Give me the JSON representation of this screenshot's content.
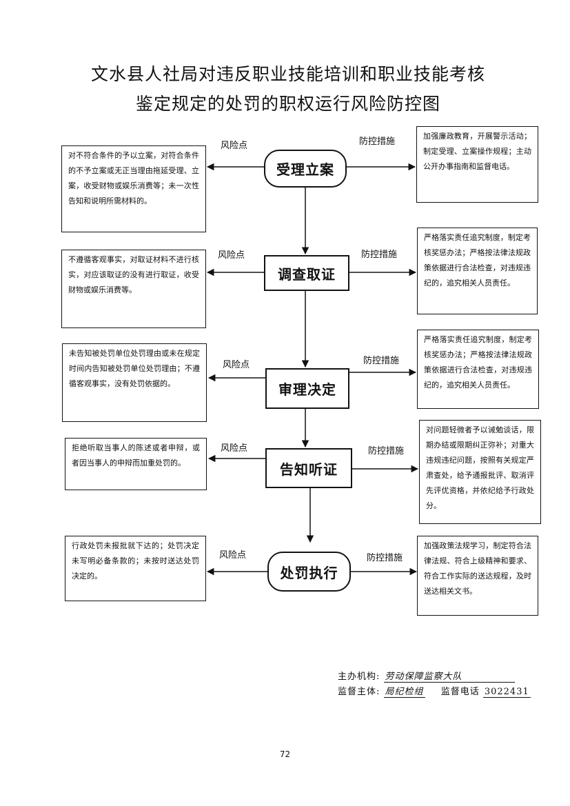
{
  "title": {
    "line1": "文水县人社局对违反职业技能培训和职业技能考核",
    "line2": "鉴定规定的处罚的职权运行风险防控图"
  },
  "labels": {
    "risk": "风险点",
    "control": "防控措施"
  },
  "steps": [
    {
      "name": "受理立案",
      "risk": "对不符合条件的予以立案，对符合条件的不予立案或无正当理由拖延受理、立案，收受财物或娱乐消费等；未一次性告知和说明所需材料的。",
      "control": "加强廉政教育，开展警示活动；制定受理、立案操作规程；主动公开办事指南和监督电话。"
    },
    {
      "name": "调查取证",
      "risk": "不遵循客观事实，对取证材料不进行核实，对应该取证的没有进行取证，收受财物或娱乐消费等。",
      "control": "严格落实责任追究制度，制定考核奖惩办法；严格按法律法规政策依据进行合法检查，对违规违纪的，追究相关人员责任。"
    },
    {
      "name": "审理决定",
      "risk": "未告知被处罚单位处罚理由或未在规定时间内告知被处罚单位处罚理由；不遵循客观事实，没有处罚依据的。",
      "control": "严格落实责任追究制度，制定考核奖惩办法；严格按法律法规政策依据进行合法检查，对违规违纪的，追究相关人员责任。"
    },
    {
      "name": "告知听证",
      "risk": "拒绝听取当事人的陈述或者申辩，或者因当事人的申辩而加重处罚的。",
      "control": "对问题轻微者予以诫勉谈话，限期办结或限期纠正弥补；对重大违规违纪问题，按照有关规定严肃查处，给予通报批评、取消评先评优资格，并依纪给予行政处分。"
    },
    {
      "name": "处罚执行",
      "risk": "行政处罚未报批就下达的；处罚决定未写明必备条款的；未按时送达处罚决定的。",
      "control": "加强政策法规学习，制定符合法律法规、符合上级精神和要求、符合工作实际的送达规程，及时送达相关文书。"
    }
  ],
  "footer": {
    "host_label": "主办机构:",
    "host_value": "劳动保障监察大队",
    "supervisor_label": "监督主体:",
    "supervisor_value": "局纪检组",
    "phone_label": "监督电话",
    "phone_value": "3022431"
  },
  "page_number": "72"
}
